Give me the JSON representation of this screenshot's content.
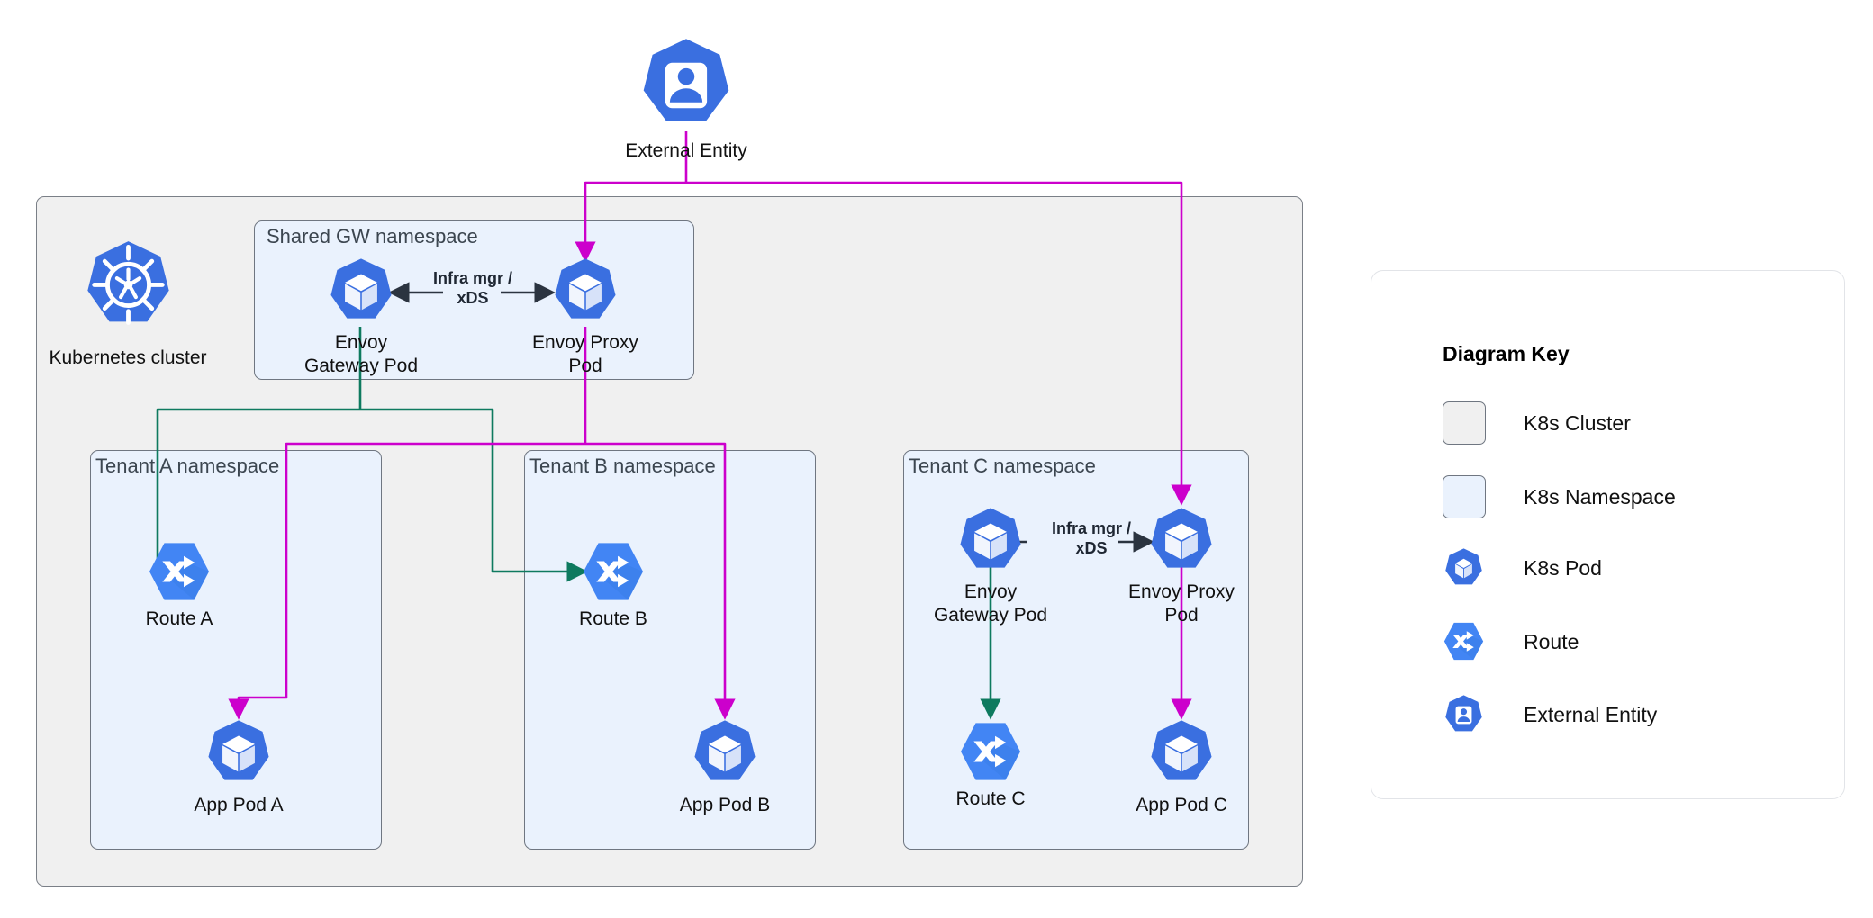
{
  "diagram": {
    "title": "Envoy Gateway multi-tenant Kubernetes topology",
    "external_entity": {
      "label": "External Entity",
      "icon": "external-entity-icon"
    },
    "cluster": {
      "label": "Kubernetes cluster",
      "icon": "kubernetes-wheel-icon"
    },
    "namespaces": [
      {
        "id": "shared-gw",
        "label": "Shared GW namespace"
      },
      {
        "id": "tenant-a",
        "label": "Tenant A namespace"
      },
      {
        "id": "tenant-b",
        "label": "Tenant B namespace"
      },
      {
        "id": "tenant-c",
        "label": "Tenant C namespace"
      }
    ],
    "nodes": [
      {
        "id": "gw-shared",
        "label": "Envoy\nGateway Pod",
        "type": "k8s-pod"
      },
      {
        "id": "proxy-shared",
        "label": "Envoy Proxy\nPod",
        "type": "k8s-pod"
      },
      {
        "id": "route-a",
        "label": "Route A",
        "type": "route"
      },
      {
        "id": "route-b",
        "label": "Route B",
        "type": "route"
      },
      {
        "id": "route-c",
        "label": "Route C",
        "type": "route"
      },
      {
        "id": "app-a",
        "label": "App Pod A",
        "type": "k8s-pod"
      },
      {
        "id": "app-b",
        "label": "App Pod B",
        "type": "k8s-pod"
      },
      {
        "id": "app-c",
        "label": "App Pod C",
        "type": "k8s-pod"
      },
      {
        "id": "gw-c",
        "label": "Envoy\nGateway Pod",
        "type": "k8s-pod"
      },
      {
        "id": "proxy-c",
        "label": "Envoy Proxy\nPod",
        "type": "k8s-pod"
      }
    ],
    "edge_labels": {
      "infra_shared": "Infra mgr /\nxDS",
      "infra_tenant_c": "Infra mgr /\nxDS"
    },
    "colors": {
      "pod_blue": "#3a6fe0",
      "route_blue": "#4285f4",
      "control_plane_green": "#0e7a5f",
      "data_plane_magenta": "#cc00cc",
      "arrow_dark": "#2b3440",
      "cluster_fill": "#f0f0f0",
      "namespace_fill": "#eaf2fd"
    }
  },
  "legend": {
    "title": "Diagram Key",
    "items": [
      {
        "label": "K8s Cluster",
        "icon": "cluster-swatch-icon"
      },
      {
        "label": "K8s Namespace",
        "icon": "namespace-swatch-icon"
      },
      {
        "label": "K8s Pod",
        "icon": "k8s-pod-icon"
      },
      {
        "label": "Route",
        "icon": "route-icon"
      },
      {
        "label": "External Entity",
        "icon": "external-entity-icon"
      }
    ]
  }
}
